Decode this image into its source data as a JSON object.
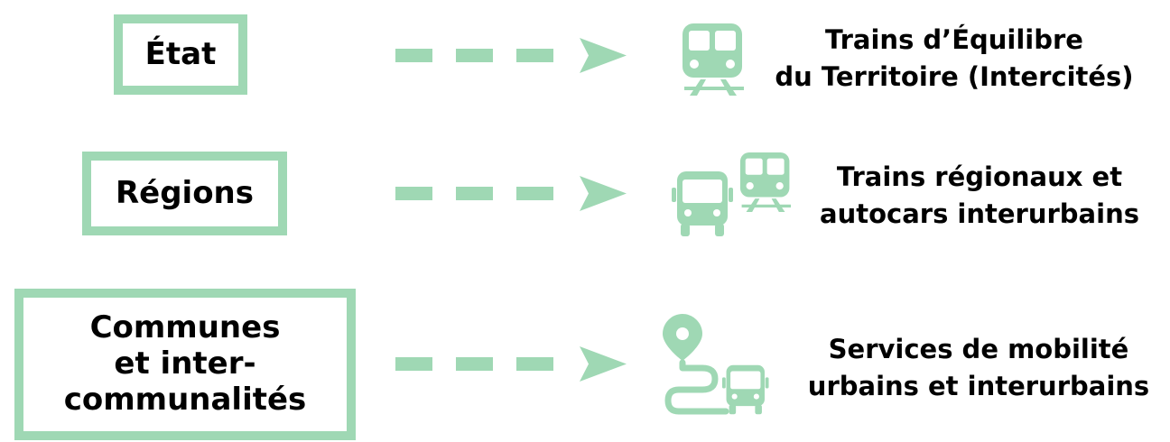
{
  "accent_color": "#9fd8b4",
  "rows": [
    {
      "authority": [
        "État"
      ],
      "services": [
        "Trains d’Équilibre",
        "du Territoire (Intercités)"
      ],
      "icons": [
        "train-icon"
      ]
    },
    {
      "authority": [
        "Régions"
      ],
      "services": [
        "Trains régionaux et",
        "autocars interurbains"
      ],
      "icons": [
        "bus-icon",
        "train-icon"
      ]
    },
    {
      "authority": [
        "Communes",
        "et inter-",
        "communalités"
      ],
      "services": [
        "Services de mobilité",
        "urbains et interurbains"
      ],
      "icons": [
        "route-pin-icon",
        "bus-icon"
      ]
    }
  ]
}
